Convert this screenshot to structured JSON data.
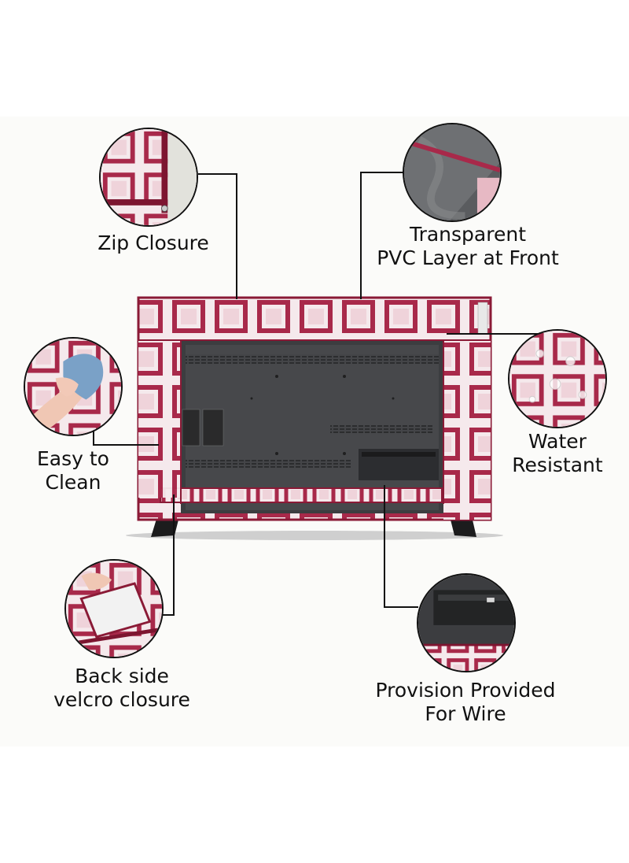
{
  "colors": {
    "accent": "#9c1f3d",
    "pattern_light": "#f4e6ea",
    "pattern_pink": "#e7b9c4",
    "tv_body": "#3a3b3d",
    "tv_panel": "#4a4b4e",
    "background": "#fbfbf9"
  },
  "features": {
    "zip_closure": {
      "line1": "Zip Closure",
      "icon": "zipper-closeup"
    },
    "transparent_pvc": {
      "line1": "Transparent",
      "line2": "PVC Layer at Front",
      "icon": "clear-plastic-closeup"
    },
    "easy_clean": {
      "line1": "Easy to",
      "line2": "Clean",
      "icon": "hand-wiping-cloth"
    },
    "water_resistant": {
      "line1": "Water",
      "line2": "Resistant",
      "icon": "water-droplets"
    },
    "velcro": {
      "line1": "Back side",
      "line2": "velcro closure",
      "icon": "velcro-strip"
    },
    "wire_provision": {
      "line1": "Provision Provided",
      "line2": "For Wire",
      "icon": "port-opening"
    }
  },
  "product": {
    "name": "tv-cover-back-view"
  }
}
